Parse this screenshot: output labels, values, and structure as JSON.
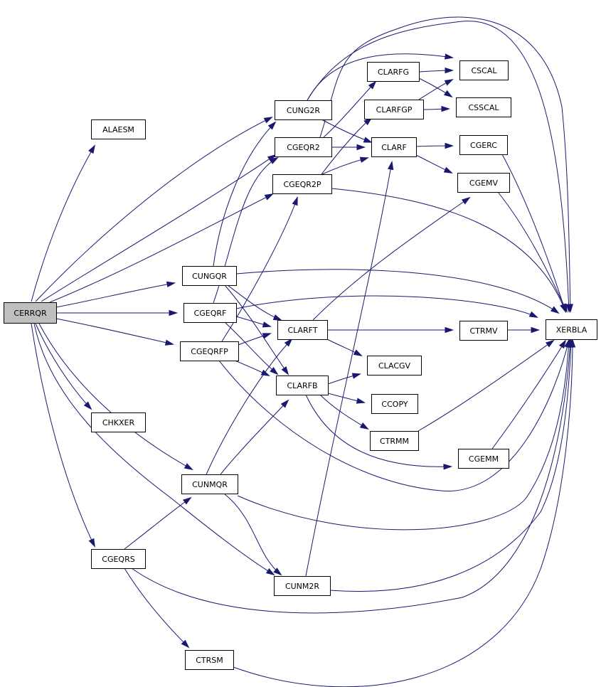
{
  "graph": {
    "nodes": [
      {
        "id": "CERRQR",
        "label": "CERRQR"
      },
      {
        "id": "ALAESM",
        "label": "ALAESM"
      },
      {
        "id": "CHKXER",
        "label": "CHKXER"
      },
      {
        "id": "CUNG2R",
        "label": "CUNG2R"
      },
      {
        "id": "CGEQR2",
        "label": "CGEQR2"
      },
      {
        "id": "CGEQR2P",
        "label": "CGEQR2P"
      },
      {
        "id": "CUNGQR",
        "label": "CUNGQR"
      },
      {
        "id": "CGEQRF",
        "label": "CGEQRF"
      },
      {
        "id": "CGEQRFP",
        "label": "CGEQRFP"
      },
      {
        "id": "CUNMQR",
        "label": "CUNMQR"
      },
      {
        "id": "CGEQRS",
        "label": "CGEQRS"
      },
      {
        "id": "CUNM2R",
        "label": "CUNM2R"
      },
      {
        "id": "CTRSM",
        "label": "CTRSM"
      },
      {
        "id": "CLARFG",
        "label": "CLARFG"
      },
      {
        "id": "CLARFGP",
        "label": "CLARFGP"
      },
      {
        "id": "CLARF",
        "label": "CLARF"
      },
      {
        "id": "CLARFT",
        "label": "CLARFT"
      },
      {
        "id": "CLARFB",
        "label": "CLARFB"
      },
      {
        "id": "CSCAL",
        "label": "CSCAL"
      },
      {
        "id": "CSSCAL",
        "label": "CSSCAL"
      },
      {
        "id": "CGERC",
        "label": "CGERC"
      },
      {
        "id": "CGEMV",
        "label": "CGEMV"
      },
      {
        "id": "CTRMV",
        "label": "CTRMV"
      },
      {
        "id": "CLACGV",
        "label": "CLACGV"
      },
      {
        "id": "CCOPY",
        "label": "CCOPY"
      },
      {
        "id": "CTRMM",
        "label": "CTRMM"
      },
      {
        "id": "CGEMM",
        "label": "CGEMM"
      },
      {
        "id": "XERBLA",
        "label": "XERBLA"
      }
    ],
    "edges": [
      [
        "CERRQR",
        "ALAESM"
      ],
      [
        "CERRQR",
        "CUNG2R"
      ],
      [
        "CERRQR",
        "CGEQR2"
      ],
      [
        "CERRQR",
        "CGEQR2P"
      ],
      [
        "CERRQR",
        "CUNGQR"
      ],
      [
        "CERRQR",
        "CGEQRF"
      ],
      [
        "CERRQR",
        "CGEQRFP"
      ],
      [
        "CERRQR",
        "CHKXER"
      ],
      [
        "CERRQR",
        "CUNMQR"
      ],
      [
        "CERRQR",
        "CGEQRS"
      ],
      [
        "CERRQR",
        "CUNM2R"
      ],
      [
        "CUNG2R",
        "CSCAL"
      ],
      [
        "CUNG2R",
        "CLARF"
      ],
      [
        "CUNG2R",
        "XERBLA"
      ],
      [
        "CGEQR2",
        "CLARFG"
      ],
      [
        "CGEQR2",
        "CLARF"
      ],
      [
        "CGEQR2",
        "XERBLA"
      ],
      [
        "CGEQR2P",
        "CLARFGP"
      ],
      [
        "CGEQR2P",
        "CLARF"
      ],
      [
        "CGEQR2P",
        "XERBLA"
      ],
      [
        "CUNGQR",
        "CUNG2R"
      ],
      [
        "CUNGQR",
        "CLARFT"
      ],
      [
        "CUNGQR",
        "CLARFB"
      ],
      [
        "CUNGQR",
        "XERBLA"
      ],
      [
        "CGEQRF",
        "CGEQR2"
      ],
      [
        "CGEQRF",
        "CLARFT"
      ],
      [
        "CGEQRF",
        "CLARFB"
      ],
      [
        "CGEQRF",
        "XERBLA"
      ],
      [
        "CGEQRFP",
        "CGEQR2P"
      ],
      [
        "CGEQRFP",
        "CLARFT"
      ],
      [
        "CGEQRFP",
        "CLARFB"
      ],
      [
        "CGEQRFP",
        "XERBLA"
      ],
      [
        "CUNMQR",
        "CLARFT"
      ],
      [
        "CUNMQR",
        "CLARFB"
      ],
      [
        "CUNMQR",
        "CUNM2R"
      ],
      [
        "CUNMQR",
        "XERBLA"
      ],
      [
        "CGEQRS",
        "CUNMQR"
      ],
      [
        "CGEQRS",
        "CTRSM"
      ],
      [
        "CGEQRS",
        "XERBLA"
      ],
      [
        "CUNM2R",
        "CLARF"
      ],
      [
        "CUNM2R",
        "XERBLA"
      ],
      [
        "CTRSM",
        "XERBLA"
      ],
      [
        "CLARFG",
        "CSCAL"
      ],
      [
        "CLARFG",
        "CSSCAL"
      ],
      [
        "CLARFGP",
        "CSCAL"
      ],
      [
        "CLARFGP",
        "CSSCAL"
      ],
      [
        "CLARF",
        "CGERC"
      ],
      [
        "CLARF",
        "CGEMV"
      ],
      [
        "CLARFT",
        "CGEMV"
      ],
      [
        "CLARFT",
        "CTRMV"
      ],
      [
        "CLARFT",
        "CLACGV"
      ],
      [
        "CLARFB",
        "CLACGV"
      ],
      [
        "CLARFB",
        "CCOPY"
      ],
      [
        "CLARFB",
        "CTRMM"
      ],
      [
        "CLARFB",
        "CGEMM"
      ],
      [
        "CGERC",
        "XERBLA"
      ],
      [
        "CGEMV",
        "XERBLA"
      ],
      [
        "CTRMV",
        "XERBLA"
      ],
      [
        "CTRMM",
        "XERBLA"
      ],
      [
        "CGEMM",
        "XERBLA"
      ]
    ],
    "root": "CERRQR",
    "edge_color": "#191970",
    "root_fill": "#bfbfbf"
  }
}
